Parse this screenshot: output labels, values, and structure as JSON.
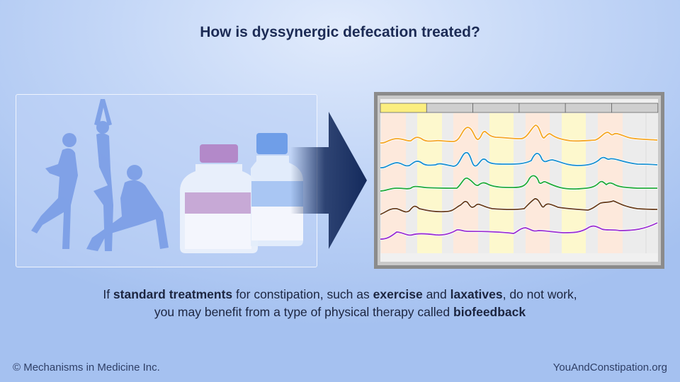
{
  "title": "How is dyssynergic defecation treated?",
  "caption": {
    "line1": [
      {
        "text": "If ",
        "bold": false
      },
      {
        "text": "standard treatments",
        "bold": true
      },
      {
        "text": " for constipation, such as ",
        "bold": false
      },
      {
        "text": "exercise",
        "bold": true
      },
      {
        "text": " and ",
        "bold": false
      },
      {
        "text": "laxatives",
        "bold": true
      },
      {
        "text": ", do not work,",
        "bold": false
      }
    ],
    "line2": [
      {
        "text": "you may benefit from a type of physical therapy called ",
        "bold": false
      },
      {
        "text": "biofeedback",
        "bold": true
      }
    ]
  },
  "footer": {
    "copyright": "© Mechanisms in Medicine Inc.",
    "website": "YouAndConstipation.org"
  },
  "colors": {
    "title": "#1c2b55",
    "arrow": "#142a5c",
    "trace_orange": "#f5a623",
    "trace_blue": "#1a90d0",
    "trace_green": "#22aa3a",
    "trace_brown": "#6b3f1e",
    "trace_purple": "#9a2fd0"
  }
}
